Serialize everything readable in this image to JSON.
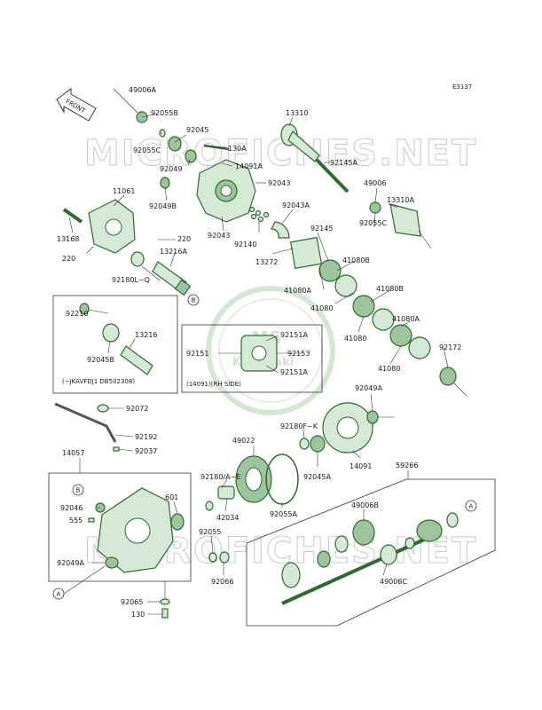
{
  "diagram_code": "E3137",
  "front_label": "FRONT",
  "watermark_text": "MICROFICHES.NET",
  "logo_text": "Kawasaki",
  "logo_mark": "MS",
  "ref_letters": {
    "a": "A",
    "b": "B"
  },
  "labels": {
    "p49006A": "49006A",
    "p92055B": "92055B",
    "p92045_top": "92045",
    "p92055C_top": "92055C",
    "p130A": "130A",
    "p13310": "13310",
    "p14091A": "14091A",
    "p92145A": "92145A",
    "p92049": "92049",
    "p92043_r": "92043",
    "p49006": "49006",
    "p11061": "11061",
    "p92049B": "92049B",
    "p13310A": "13310A",
    "p92043A": "92043A",
    "p92043_l": "92043",
    "p92145": "92145",
    "p92055C_r": "92055C",
    "p13168": "13168",
    "p220_r": "220",
    "p92140": "92140",
    "p220_l": "220",
    "p13272": "13272",
    "p41080B_1": "41080B",
    "p13216A": "13216A",
    "p92180LQ": "92180L~Q",
    "p41080A_1": "41080A",
    "p41080_1": "41080",
    "p41080B_2": "41080B",
    "p92210": "92210",
    "p13216": "13216",
    "p92045B": "92045B",
    "p92151A_1": "92151A",
    "p92151": "92151",
    "p92153": "92153",
    "p92151A_2": "92151A",
    "p41080_2": "41080",
    "p41080A_2": "41080A",
    "p92172": "92172",
    "p41080_3": "41080",
    "p92049A_top": "92049A",
    "p92072": "92072",
    "p92180FK": "92180F~K",
    "p92192": "92192",
    "p49022": "49022",
    "p14057": "14057",
    "p92037": "92037",
    "p92045A": "92045A",
    "p14091": "14091",
    "p59266": "59266",
    "p92180AE": "92180/A~E",
    "p92046": "92046",
    "p601": "601",
    "p555": "555",
    "p42034": "42034",
    "p92055A": "92055A",
    "p49006B": "49006B",
    "p92055": "92055",
    "p92049A_bot": "92049A",
    "p92066": "92066",
    "p49006C": "49006C",
    "p92065": "92065",
    "p130": "130"
  },
  "inset_note_1": "(~JKAVFDJ1 DB502308)",
  "inset_note_2": "(14091)(RH SIDE)"
}
